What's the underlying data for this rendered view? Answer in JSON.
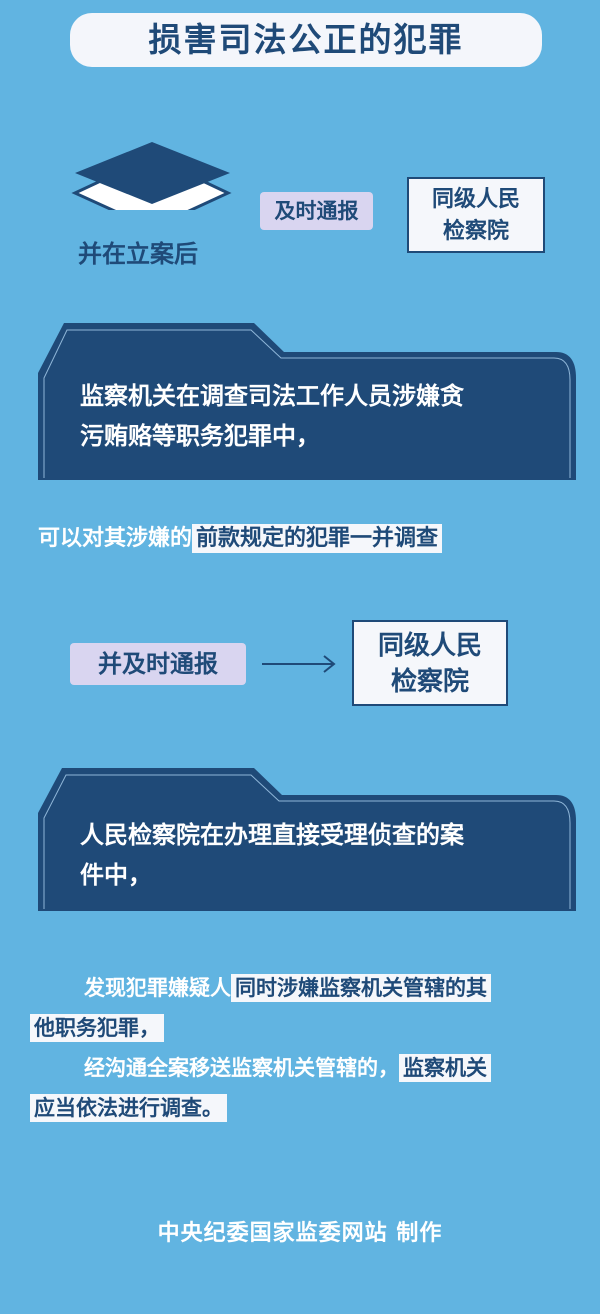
{
  "title": "损害司法公正的犯罪",
  "section1": {
    "caption": "并在立案后",
    "notify": "及时通报",
    "target_line1": "同级人民",
    "target_line2": "检察院"
  },
  "panel1": {
    "line1": "监察机关在调查司法工作人员涉嫌贪",
    "line2": "污贿赂等职务犯罪中，"
  },
  "statement1": {
    "plain": "可以对其涉嫌的",
    "highlight": "前款规定的犯罪一并调查"
  },
  "section2": {
    "notify": "并及时通报",
    "target_line1": "同级人民",
    "target_line2": "检察院"
  },
  "panel2": {
    "line1": "人民检察院在办理直接受理侦查的案",
    "line2": "件中，"
  },
  "statement2": {
    "p1_plain": "发现犯罪嫌疑人",
    "p1_hl1": "同时涉嫌监察机关管辖的其",
    "p1_hl2": "他职务犯罪，",
    "p2_plain": "经沟通全案移送监察机关管辖的，",
    "p2_hl1": "监察机关",
    "p2_hl2": "应当依法进行调查。"
  },
  "footer": "中央纪委国家监委网站 制作",
  "colors": {
    "background": "#61b4e1",
    "dark": "#1f4a78",
    "pill": "#d9d5f0"
  }
}
